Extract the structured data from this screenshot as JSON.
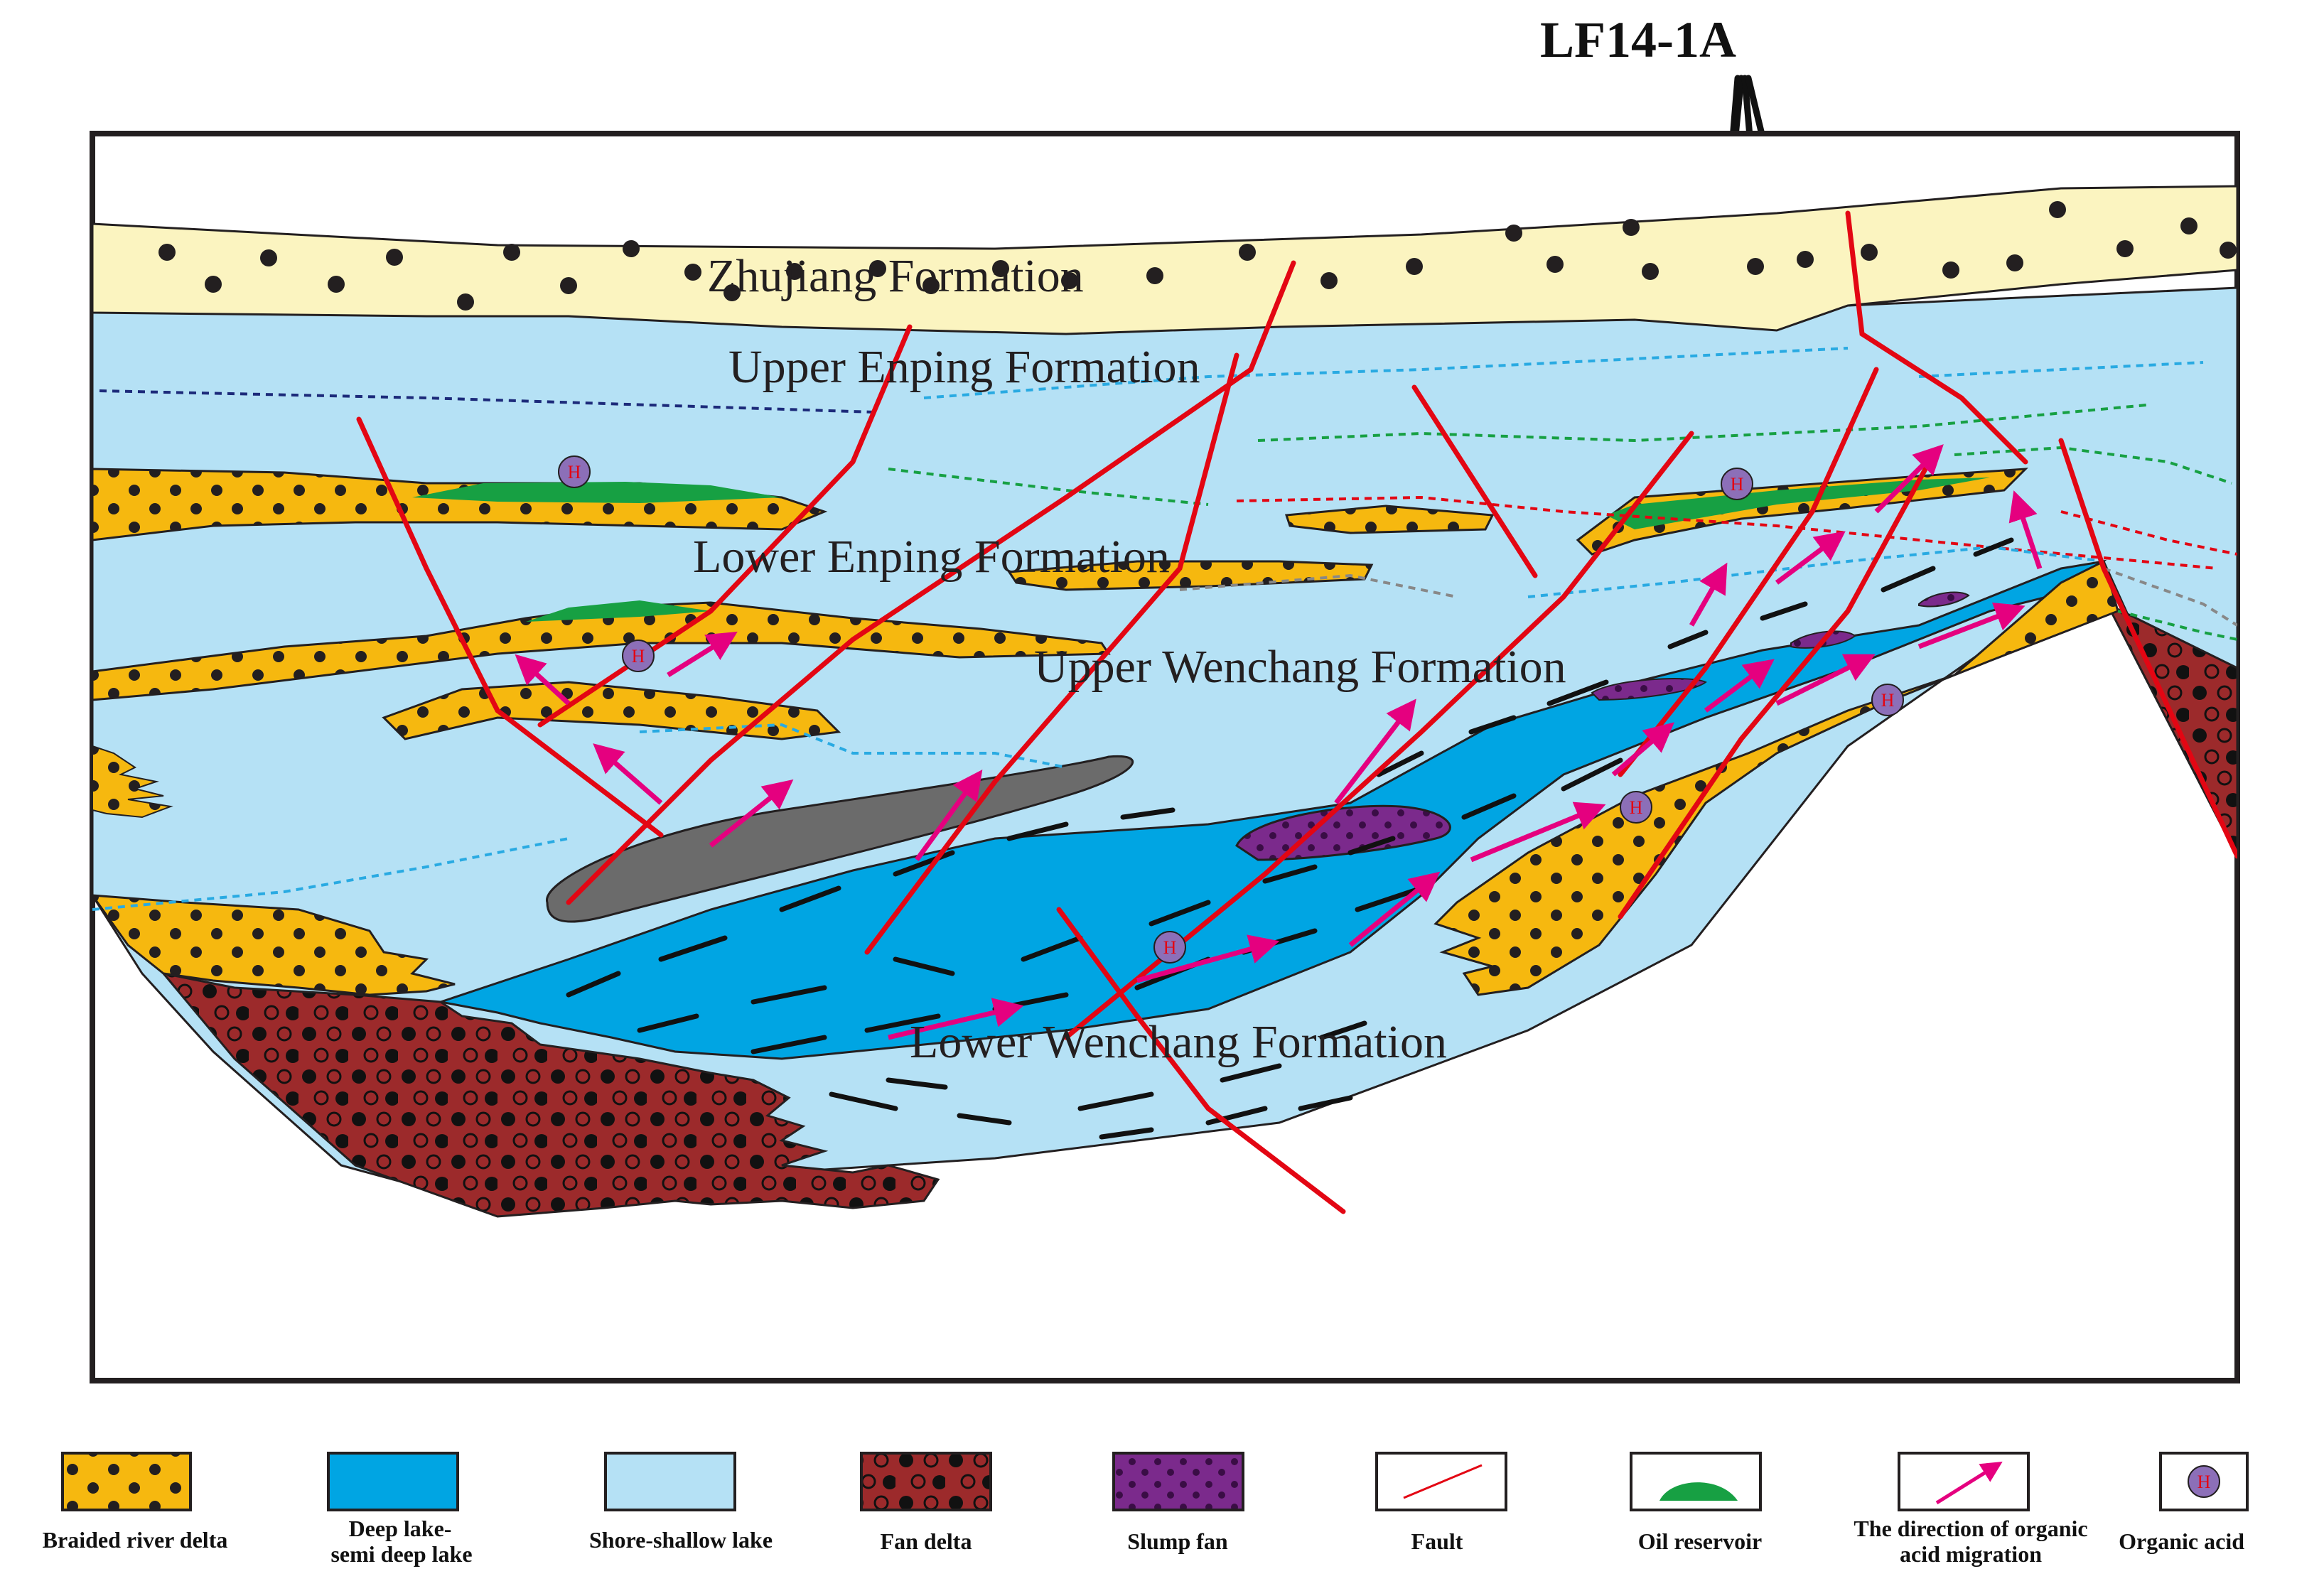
{
  "well": {
    "label": "LF14-1A"
  },
  "formations": {
    "zhujiang": "Zhujiang Formation",
    "upper_enping": "Upper Enping Formation",
    "lower_enping": "Lower Enping Formation",
    "upper_wenchang": "Upper Wenchang Formation",
    "lower_wenchang": "Lower Wenchang Formation"
  },
  "organic_acid_symbol": "H",
  "colors": {
    "braided_river_delta": "#f6b80f",
    "deep_lake": "#00a5e3",
    "shore_shallow_lake": "#b5e1f5",
    "fan_delta": "#9c2a2b",
    "slump_fan": "#7b2a8c",
    "oil_reservoir": "#17a043",
    "fault": "#e30613",
    "migration_arrow": "#e5007f",
    "organic_acid": "#8c6fb8",
    "zhujiang": "#fbf4c0",
    "mudstone_lens": "#6b6b6b"
  },
  "legend": [
    {
      "key": "braided",
      "label": "Braided river delta"
    },
    {
      "key": "deeplake",
      "label_line1": "Deep lake-",
      "label_line2": "semi deep lake"
    },
    {
      "key": "shallow",
      "label": "Shore-shallow lake"
    },
    {
      "key": "fandelta",
      "label": "Fan delta"
    },
    {
      "key": "slump",
      "label": "Slump fan"
    },
    {
      "key": "fault",
      "label": "Fault"
    },
    {
      "key": "oil",
      "label": "Oil reservoir"
    },
    {
      "key": "arrow",
      "label_line1": "The direction of organic",
      "label_line2": "acid migration"
    },
    {
      "key": "acid",
      "label": "Organic acid"
    }
  ]
}
